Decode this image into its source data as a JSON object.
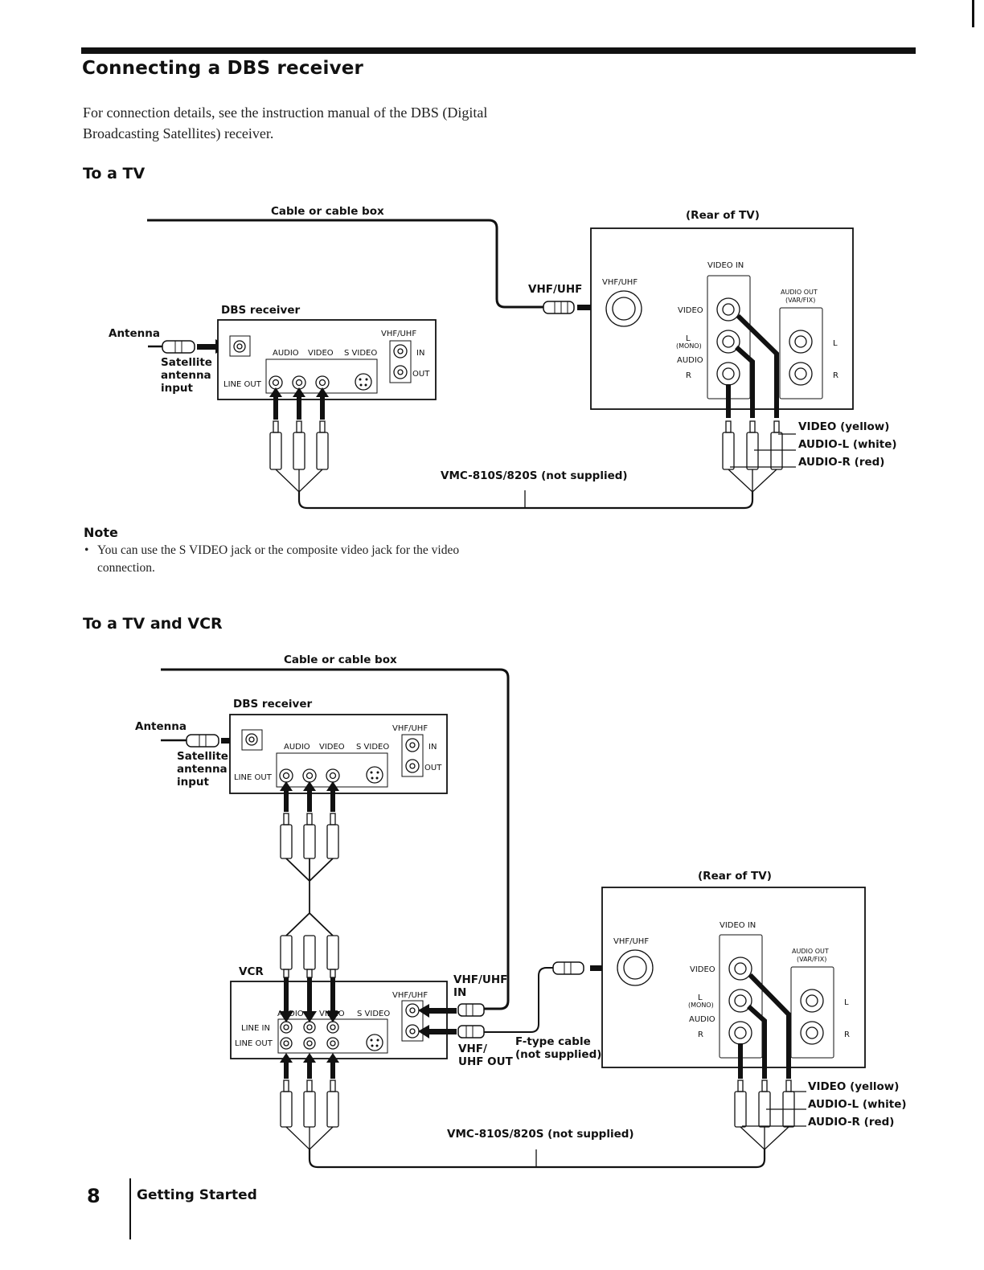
{
  "page": {
    "title": "Connecting a DBS receiver",
    "intro": "For connection details, see the instruction manual of the DBS (Digital Broadcasting Satellites) receiver.",
    "section_tv": {
      "heading": "To a TV",
      "cable_source": "Cable or cable box",
      "rear_tv": "(Rear of TV)",
      "vhf_uhf_cable_label": "VHF/UHF",
      "dbs_receiver_label": "DBS receiver",
      "antenna_label": "Antenna",
      "satellite_input_label": [
        "Satellite",
        "antenna",
        "input"
      ],
      "cable_model": "VMC-810S/820S (not supplied)"
    },
    "note": {
      "heading": "Note",
      "bullet": "•",
      "items": [
        "You can use the S VIDEO jack or the composite video jack for the video connection."
      ]
    },
    "section_tv_vcr": {
      "heading": "To a TV and VCR",
      "cable_source": "Cable or cable box",
      "rear_tv": "(Rear of TV)",
      "dbs_receiver_label": "DBS receiver",
      "antenna_label": "Antenna",
      "satellite_input_label": [
        "Satellite",
        "antenna",
        "input"
      ],
      "vcr_label": "VCR",
      "vcr_vhf_in_label": [
        "VHF/UHF",
        "IN"
      ],
      "vcr_vhf_out_label": [
        "VHF/",
        "UHF OUT"
      ],
      "f_cable_label": [
        "F-type cable",
        "(not supplied)"
      ],
      "cable_model": "VMC-810S/820S (not supplied)"
    },
    "dbs_panel": {
      "vhf_uhf": "VHF/UHF",
      "in": "IN",
      "out": "OUT",
      "audio": "AUDIO",
      "video": "VIDEO",
      "s_video": "S VIDEO",
      "line_out": "LINE OUT"
    },
    "vcr_panel": {
      "vhf_uhf": "VHF/UHF",
      "audio": "AUDIO",
      "video": "VIDEO",
      "s_video": "S VIDEO",
      "line_in": "LINE IN",
      "line_out": "LINE OUT"
    },
    "tv_panel": {
      "vhf_uhf": "VHF/UHF",
      "video_in": "VIDEO IN",
      "video": "VIDEO",
      "l": "L",
      "mono": "(MONO)",
      "audio": "AUDIO",
      "r": "R",
      "audio_out": "AUDIO OUT",
      "var_fix": "(VAR/FIX)",
      "out_l": "L",
      "out_r": "R"
    },
    "plug_legend": [
      "VIDEO (yellow)",
      "AUDIO-L (white)",
      "AUDIO-R (red)"
    ],
    "footer": {
      "page_number": "8",
      "section": "Getting Started"
    }
  }
}
